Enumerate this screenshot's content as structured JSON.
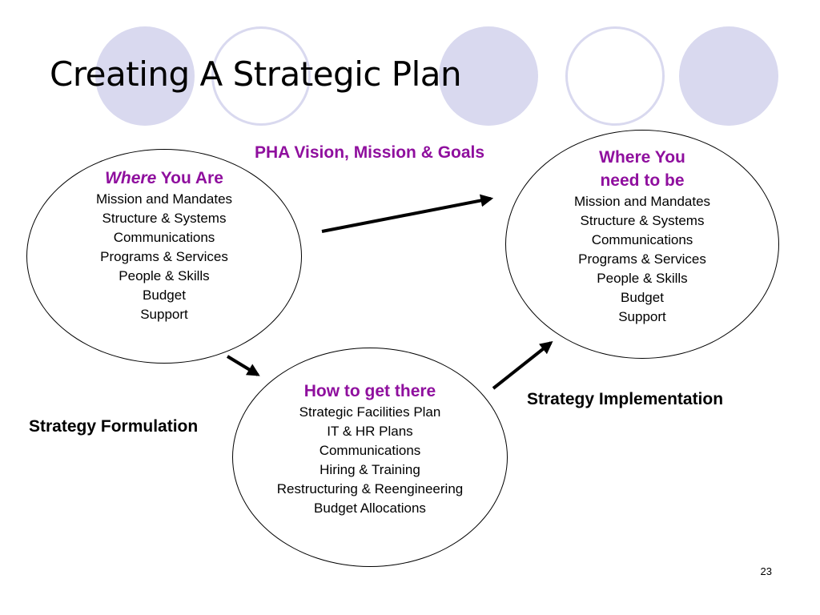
{
  "slide": {
    "title": "Creating A Strategic Plan",
    "page_number": "23",
    "colors": {
      "accent": "#8f0f9e",
      "decor_circle": "#d9d9ef",
      "text": "#000000"
    }
  },
  "labels": {
    "top_center": "PHA Vision, Mission & Goals",
    "formulation": "Strategy Formulation",
    "implementation": "Strategy Implementation"
  },
  "current_state": {
    "heading_emphasis": "Where",
    "heading_rest": " You Are",
    "items": [
      "Mission and Mandates",
      "Structure & Systems",
      "Communications",
      "Programs & Services",
      "People & Skills",
      "Budget",
      "Support"
    ]
  },
  "future_state": {
    "heading_line1": "Where You",
    "heading_line2": "need to be",
    "items": [
      "Mission and Mandates",
      "Structure & Systems",
      "Communications",
      "Programs & Services",
      "People & Skills",
      "Budget",
      "Support"
    ]
  },
  "path": {
    "heading": "How to get there",
    "items": [
      "Strategic Facilities Plan",
      "IT & HR Plans",
      "Communications",
      "Hiring & Training",
      "Restructuring & Reengineering",
      "Budget Allocations"
    ]
  }
}
